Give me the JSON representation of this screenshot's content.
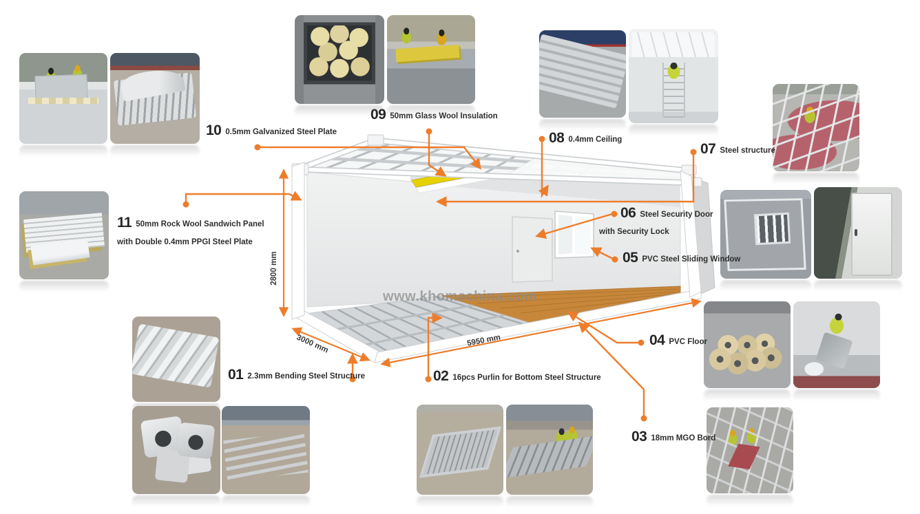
{
  "accent_color": "#ed7d2b",
  "watermark": "www.khomechina.com",
  "dimensions": {
    "height": "2800 mm",
    "depth": "3000 mm",
    "length": "5950 mm"
  },
  "callouts": [
    {
      "num": "01",
      "text": "2.3mm Bending Steel Structure"
    },
    {
      "num": "02",
      "text": "16pcs Purlin for Bottom Steel Structure"
    },
    {
      "num": "03",
      "text": "18mm MGO Bord"
    },
    {
      "num": "04",
      "text": "PVC Floor"
    },
    {
      "num": "05",
      "text": "PVC Steel Sliding Window"
    },
    {
      "num": "06",
      "text": "Steel Security Door",
      "text2": "with Security Lock"
    },
    {
      "num": "07",
      "text": "Steel structure"
    },
    {
      "num": "08",
      "text": "0.4mm Ceiling"
    },
    {
      "num": "09",
      "text": "50mm Glass Wool Insulation"
    },
    {
      "num": "10",
      "text": "0.5mm Galvanized Steel Plate"
    },
    {
      "num": "11",
      "text": "50mm Rock Wool Sandwich Panel",
      "text2": "with Double 0.4mm PPGI Steel Plate"
    }
  ],
  "photos": [
    {
      "id": "tl1",
      "name": "workers-installing-wall-panel"
    },
    {
      "id": "tl2",
      "name": "stacked-bent-steel-plates"
    },
    {
      "id": "tc1",
      "name": "glass-wool-rolls-in-container"
    },
    {
      "id": "tc2",
      "name": "workers-laying-glass-wool-on-roof"
    },
    {
      "id": "tr1",
      "name": "stacked-ceiling-panels"
    },
    {
      "id": "tr2",
      "name": "worker-installing-ceiling"
    },
    {
      "id": "fr1",
      "name": "steel-structure-assembly"
    },
    {
      "id": "rm1",
      "name": "container-with-barred-window"
    },
    {
      "id": "rm2",
      "name": "steel-security-door"
    },
    {
      "id": "rl1",
      "name": "pvc-floor-rolls"
    },
    {
      "id": "rl2",
      "name": "worker-laying-pvc-floor"
    },
    {
      "id": "br1",
      "name": "workers-placing-mgo-board"
    },
    {
      "id": "bc1",
      "name": "bottom-steel-frame"
    },
    {
      "id": "bc2",
      "name": "workers-assembling-bottom-frame"
    },
    {
      "id": "lm1",
      "name": "rock-wool-sandwich-panels"
    },
    {
      "id": "ll1",
      "name": "bending-steel-profiles"
    },
    {
      "id": "ll2",
      "name": "steel-corner-blocks"
    },
    {
      "id": "ll3",
      "name": "steel-beams-on-ground"
    }
  ]
}
